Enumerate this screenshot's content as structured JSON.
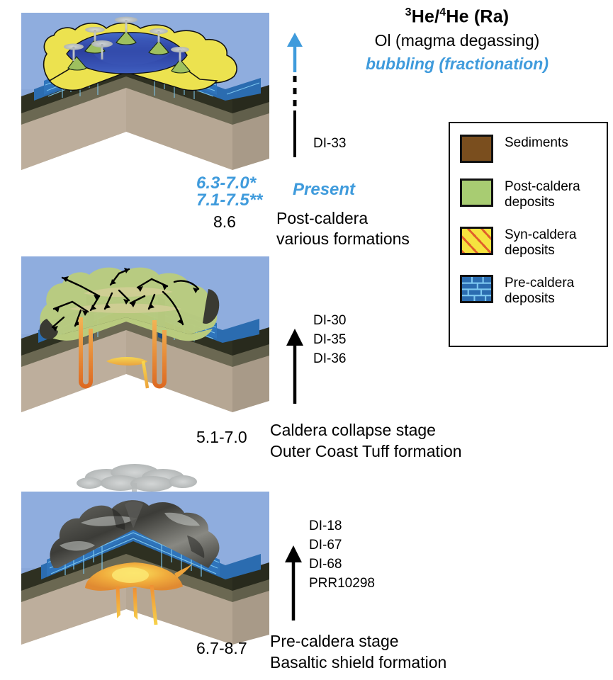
{
  "header": {
    "title_pre": "He/",
    "title_sup1": "3",
    "title_sup2": "4",
    "title_post": "He (Ra)",
    "title_full": "3He/4He (Ra)",
    "subtitle": "Ol (magma degassing)",
    "note": "bubbling (fractionation)",
    "accent_color": "#3f9bdc"
  },
  "legend": {
    "items": [
      {
        "label": "Sediments",
        "swatch": "sediments-swatch",
        "color": "#7a4e1e",
        "pattern": "solid"
      },
      {
        "label": "Post-caldera\ndeposits",
        "label_line1": "Post-caldera",
        "label_line2": "deposits",
        "swatch": "post-caldera-swatch",
        "color": "#a8cc72",
        "pattern": "solid"
      },
      {
        "label": "Syn-caldera deposits",
        "label_line1": "Syn-caldera",
        "label_line2": "deposits",
        "swatch": "syn-caldera-swatch",
        "color": "#f5e33f",
        "pattern": "diagonal-hatch",
        "hatch_color": "#e0602a"
      },
      {
        "label": "Pre-caldera deposits",
        "label_line1": "Pre-caldera",
        "label_line2": "deposits",
        "swatch": "pre-caldera-swatch",
        "color": "#2b6cb0",
        "pattern": "brick",
        "mortar_color": "#7ec8f0"
      }
    ]
  },
  "stages": {
    "top": {
      "stage_name_line1": "Post-caldera",
      "stage_name_line2": "various formations",
      "ratio_blue_1": "6.3-7.0*",
      "ratio_blue_2": "7.1-7.5**",
      "ratio_black": "8.6",
      "time_label": "Present",
      "samples": [
        "DI-33"
      ],
      "arrow_color": "#3f9bdc",
      "line_style": "solid-then-dashed"
    },
    "middle": {
      "stage_name_line1": "Caldera collapse stage",
      "stage_name_line2": "Outer Coast Tuff formation",
      "ratio_black": "5.1-7.0",
      "samples": [
        "DI-30",
        "DI-35",
        "DI-36"
      ],
      "arrow_color": "#000000",
      "line_style": "solid"
    },
    "bottom": {
      "stage_name_line1": "Pre-caldera stage",
      "stage_name_line2": "Basaltic shield formation",
      "ratio_black": "6.7-8.7",
      "samples": [
        "DI-18",
        "DI-67",
        "DI-68",
        "PRR10298"
      ],
      "arrow_color": "#000000",
      "line_style": "solid"
    }
  },
  "palette": {
    "sky": "#8fadde",
    "ocean": "#8fadde",
    "sediment_tan": "#b6a794",
    "sediment_olive": "#6b6852",
    "basement_dark": "#2e3021",
    "pre_caldera_blue": "#2b6cb0",
    "brick_mortar": "#7ec8f0",
    "syn_caldera_yellow": "#ece24f",
    "post_caldera_green": "#b4c97a",
    "caldera_lake": "#2b3f9e",
    "magma_orange": "#e9932f",
    "magma_yellow": "#f6cf3e",
    "plume_gray": "#b8bcbc",
    "edifice_dark": "#4a4a46"
  }
}
